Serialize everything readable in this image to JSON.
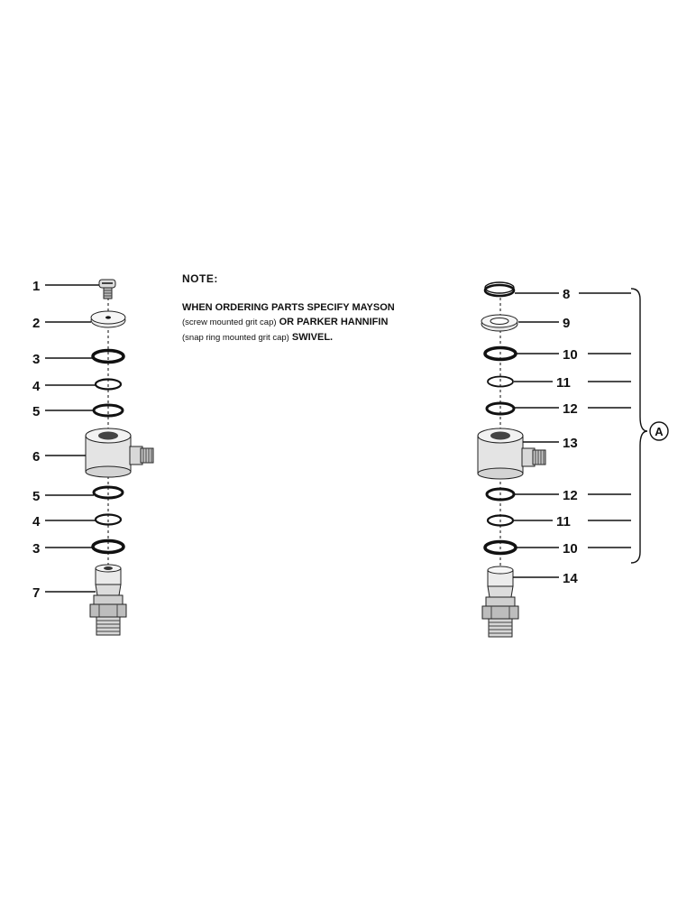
{
  "note": {
    "title": "NOTE:",
    "line1": "WHEN ORDERING PARTS SPECIFY MAYSON",
    "line2_paren": "(screw mounted grit cap)",
    "line2_rest": "OR PARKER HANNIFIN",
    "line3_paren": "(snap ring mounted grit cap)",
    "line3_rest": "SWIVEL."
  },
  "left_labels": [
    "1",
    "2",
    "3",
    "4",
    "5",
    "6",
    "5",
    "4",
    "3",
    "7"
  ],
  "right_labels": [
    "8",
    "9",
    "10",
    "11",
    "12",
    "13",
    "12",
    "11",
    "10",
    "14"
  ],
  "assembly_callout": "A"
}
